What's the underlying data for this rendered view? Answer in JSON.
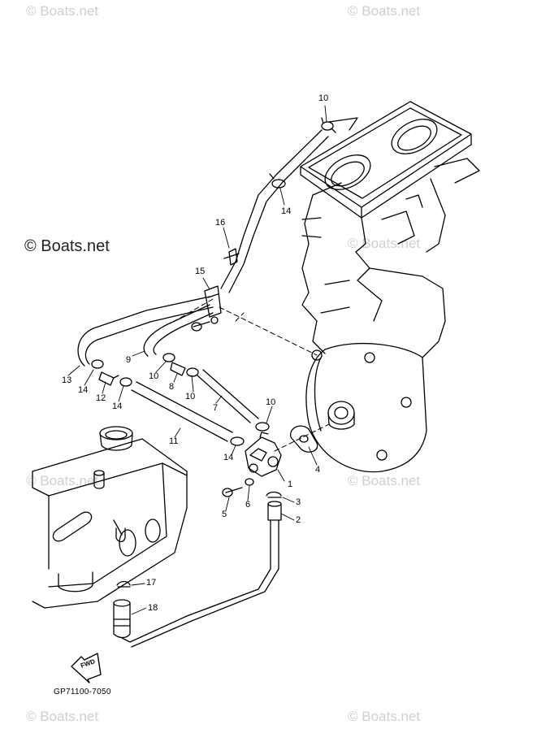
{
  "watermarks": {
    "top_left": "© Boats.net",
    "top_right": "© Boats.net",
    "middle_left": "© Boats.net",
    "middle_right": "© Boats.net",
    "lower_left": "© Boats.net",
    "lower_right": "© Boats.net",
    "bottom_left": "© Boats.net",
    "bottom_right": "© Boats.net"
  },
  "callouts": [
    "10",
    "14",
    "16",
    "15",
    "9",
    "13",
    "14",
    "12",
    "14",
    "10",
    "8",
    "10",
    "7",
    "11",
    "10",
    "14",
    "1",
    "4",
    "3",
    "5",
    "6",
    "2",
    "17",
    "18"
  ],
  "fwd_label": "FWD",
  "diagram_code": "GP71100-7050"
}
